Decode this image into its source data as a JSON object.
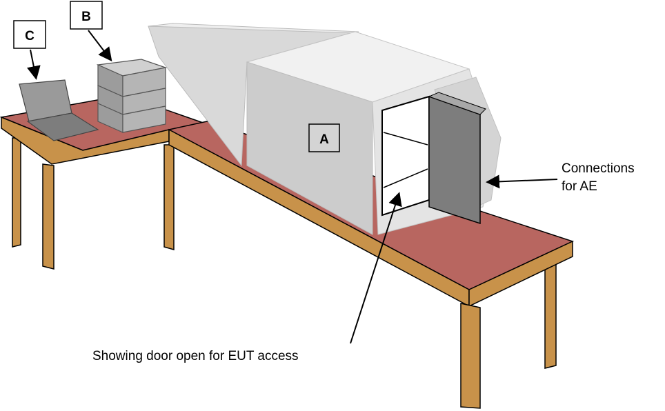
{
  "labels": {
    "a": "A",
    "b": "B",
    "c": "C"
  },
  "annotations": {
    "connections_line1": "Connections",
    "connections_line2": "for AE",
    "door": "Showing door open for EUT access"
  },
  "colors": {
    "table_top": "#b86660",
    "table_wood": "#c8924a",
    "chamber_light": "#e8e8e8",
    "chamber_mid": "#cfcfcf",
    "chamber_dark": "#b8b8b8",
    "door": "#7d7d7d",
    "box_stack": "#b5b5b5",
    "laptop": "#8a8a8a"
  }
}
